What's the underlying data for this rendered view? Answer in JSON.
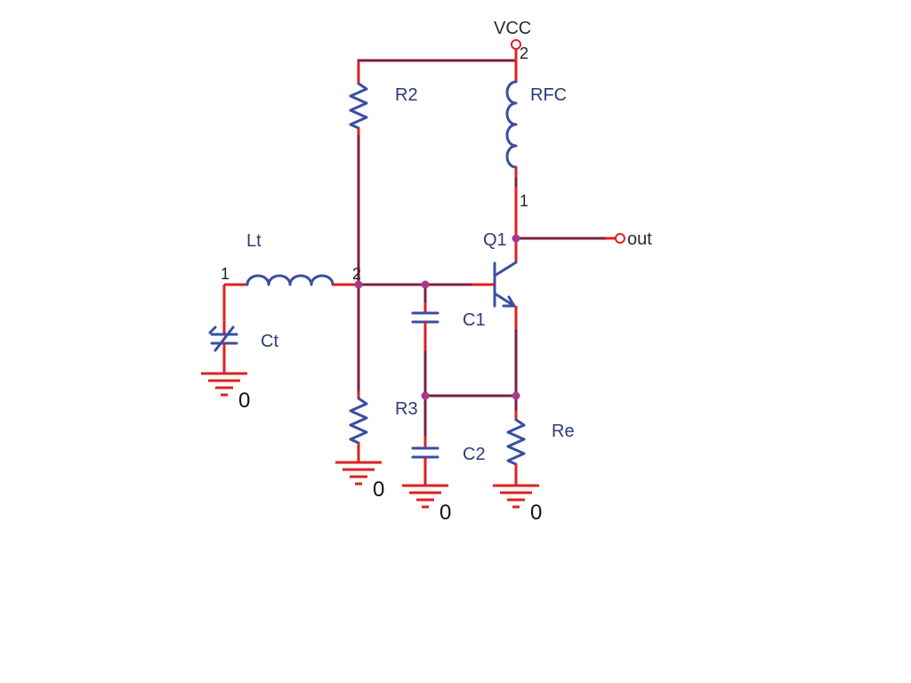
{
  "colors": {
    "wire": "#7a1f3d",
    "lead": "#e02020",
    "component": "#3a4fa0",
    "node": "#a83a8a"
  },
  "nets": {
    "vcc": "VCC",
    "out": "out",
    "ground": "0"
  },
  "components": {
    "R2": "R2",
    "RFC": "RFC",
    "Lt": "Lt",
    "Ct": "Ct",
    "Q1": "Q1",
    "C1": "C1",
    "R3": "R3",
    "C2": "C2",
    "Re": "Re"
  },
  "pins": {
    "vcc_pin": "2",
    "rfc_pin": "1",
    "lt_pin1": "1",
    "lt_pin2": "2"
  }
}
